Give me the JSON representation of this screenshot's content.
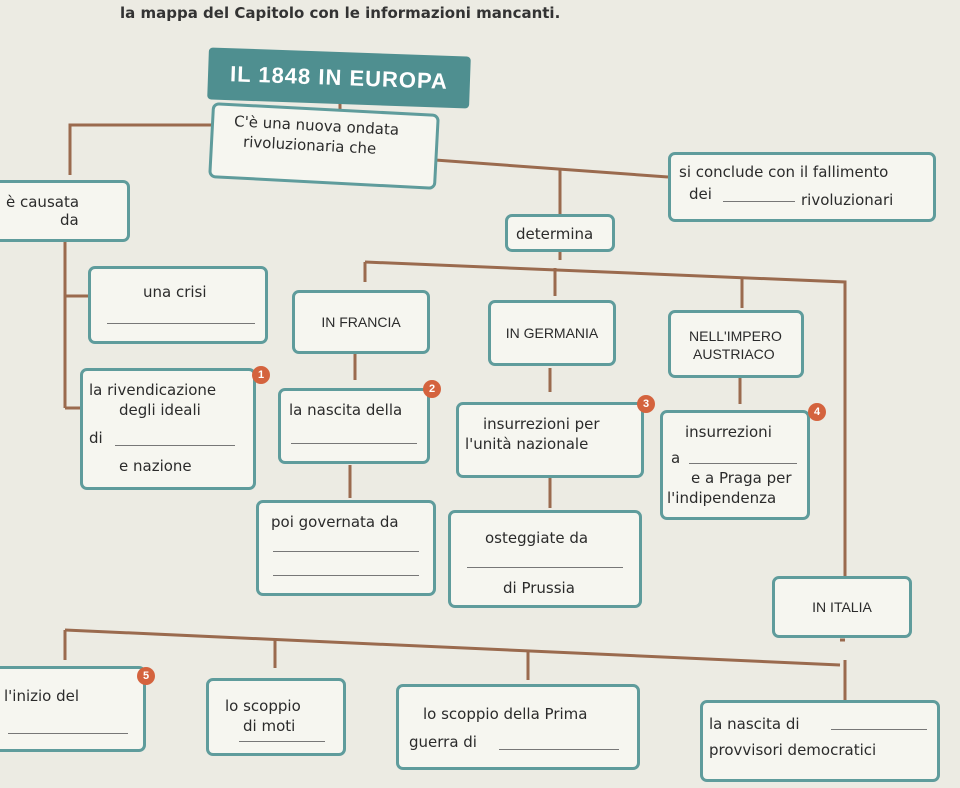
{
  "header": "la mappa del Capitolo con le informazioni mancanti.",
  "title": "IL 1848 IN EUROPA",
  "nodes": {
    "ondata": [
      "C'è una nuova ondata",
      "rivoluzionaria che"
    ],
    "causata": [
      "è causata",
      "da"
    ],
    "fallimento": [
      "si conclude con il fallimento",
      "dei",
      "rivoluzionari"
    ],
    "determina": "determina",
    "crisi": "una crisi",
    "francia": "IN FRANCIA",
    "germania": "IN GERMANIA",
    "austria": [
      "NELL'IMPERO",
      "AUSTRIACO"
    ],
    "rivendicazione": [
      "la rivendicazione",
      "degli ideali",
      "di",
      "e nazione"
    ],
    "nascita_della": "la nascita della",
    "insurrezioni_per": [
      "insurrezioni per",
      "l'unità nazionale"
    ],
    "insurrezioni_a": [
      "insurrezioni",
      "a",
      "e a Praga per",
      "l'indipendenza"
    ],
    "governata": "poi governata da",
    "osteggiate": [
      "osteggiate da",
      "di Prussia"
    ],
    "italia": "IN ITALIA",
    "inizio": "l'inizio del",
    "scoppio_moti": [
      "lo scoppio",
      "di moti"
    ],
    "scoppio_guerra": [
      "lo scoppio della Prima",
      "guerra di"
    ],
    "nascita_governi": [
      "la nascita di",
      "provvisori democratici"
    ]
  },
  "badges": [
    "1",
    "2",
    "3",
    "4",
    "5"
  ]
}
